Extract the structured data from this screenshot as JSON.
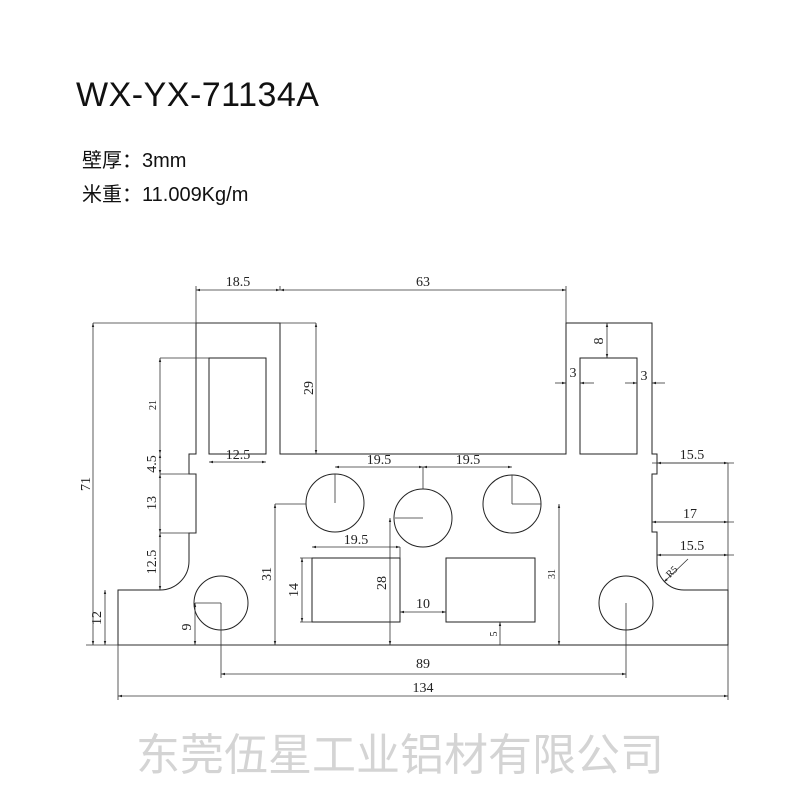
{
  "title": "WX-YX-71134A",
  "specs": {
    "wall_thickness": "壁厚：3mm",
    "weight_per_meter": "米重：11.009Kg/m"
  },
  "watermark": "东莞伍星工业铝材有限公司",
  "dimensions": {
    "top_left_width": "18.5",
    "top_span": "63",
    "overall_height": "71",
    "channel_depth": "29",
    "left_slot_height": "21",
    "left_slot_width": "12.5",
    "left_step": "4.5",
    "left_mid": "13",
    "left_lower": "12.5",
    "base_height": "12",
    "hole_height_left": "9",
    "hole_row_height_left": "31",
    "hole_pitch_1": "19.5",
    "hole_pitch_2": "19.5",
    "rect_width": "19.5",
    "rect_height": "14",
    "rect_to_hole": "28",
    "rect_gap": "10",
    "rect_bottom_offset": "5",
    "hole_row_height_right": "31",
    "right_slot_top": "8",
    "right_wall_left": "3",
    "right_wall_right": "3",
    "right_upper": "15.5",
    "right_mid": "17",
    "right_lower": "15.5",
    "fillet_radius": "R5",
    "hole_span": "89",
    "overall_width": "134"
  }
}
